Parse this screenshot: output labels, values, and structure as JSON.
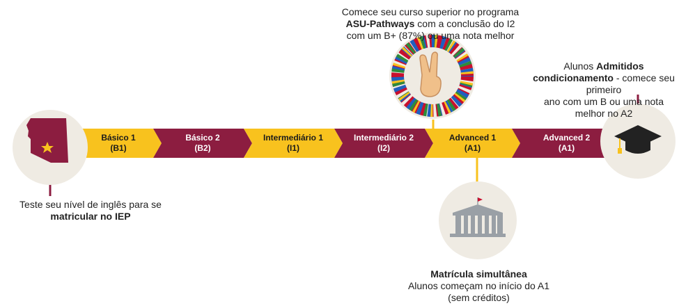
{
  "colors": {
    "gold": "#f8c21e",
    "maroon": "#8c1d40",
    "cream": "#efebe3"
  },
  "stages": [
    {
      "line1": "Básico 1",
      "line2": "(B1)",
      "color": "gold"
    },
    {
      "line1": "Básico 2",
      "line2": "(B2)",
      "color": "maroon"
    },
    {
      "line1": "Intermediário 1",
      "line2": "(I1)",
      "color": "gold"
    },
    {
      "line1": "Intermediário 2",
      "line2": "(I2)",
      "color": "maroon"
    },
    {
      "line1": "Advanced 1",
      "line2": "(A1)",
      "color": "gold"
    },
    {
      "line1": "Advanced 2",
      "line2": "(A1)",
      "color": "maroon"
    }
  ],
  "icons": {
    "start": "arizona-map-star-icon",
    "pathways": "peace-hand-flags-icon",
    "concurrent": "university-building-icon",
    "end": "graduation-cap-icon"
  },
  "notes": {
    "start": {
      "line1": "Teste seu nível de inglês para se",
      "bold": "matricular no IEP"
    },
    "pathways": {
      "line1": "Comece seu curso superior no programa",
      "bold": "ASU-Pathways",
      "line2_rest": " com a conclusão do I2",
      "line3": "com um B+ (87%) ou uma nota melhor"
    },
    "admitted": {
      "line1_prefix": "Alunos ",
      "line1_bold": "Admitidos",
      "line2_bold": "condicionamento",
      "line2_rest": " - comece seu primeiro",
      "line3": "ano com um B ou uma nota melhor no A2"
    },
    "concurrent": {
      "title": "Matrícula simultânea",
      "line2": "Alunos começam no início do A1",
      "line3": "(sem créditos)"
    }
  }
}
